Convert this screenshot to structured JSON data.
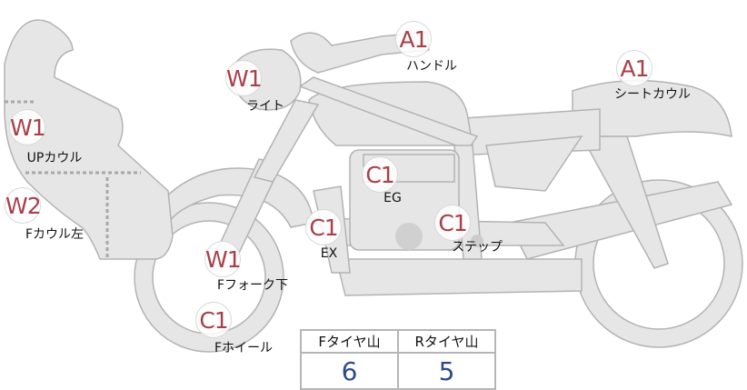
{
  "markers": [
    {
      "code": "A1",
      "part": "ハンドル"
    },
    {
      "code": "W1",
      "part": "ライト"
    },
    {
      "code": "A1",
      "part": "シートカウル"
    },
    {
      "code": "W1",
      "part": "UPカウル"
    },
    {
      "code": "W2",
      "part": "Fカウル左"
    },
    {
      "code": "C1",
      "part": "EG"
    },
    {
      "code": "C1",
      "part": "EX"
    },
    {
      "code": "C1",
      "part": "ステップ"
    },
    {
      "code": "W1",
      "part": "Fフォーク下"
    },
    {
      "code": "C1",
      "part": "Fホイール"
    }
  ],
  "tire_table": {
    "headers": [
      "Fタイヤ山",
      "Rタイヤ山"
    ],
    "values": [
      "6",
      "5"
    ]
  },
  "colors": {
    "body": "#e6e6e6",
    "stroke": "#b3b3b3",
    "badge_text": "#a8404a",
    "value_text": "#2f4a8a"
  }
}
